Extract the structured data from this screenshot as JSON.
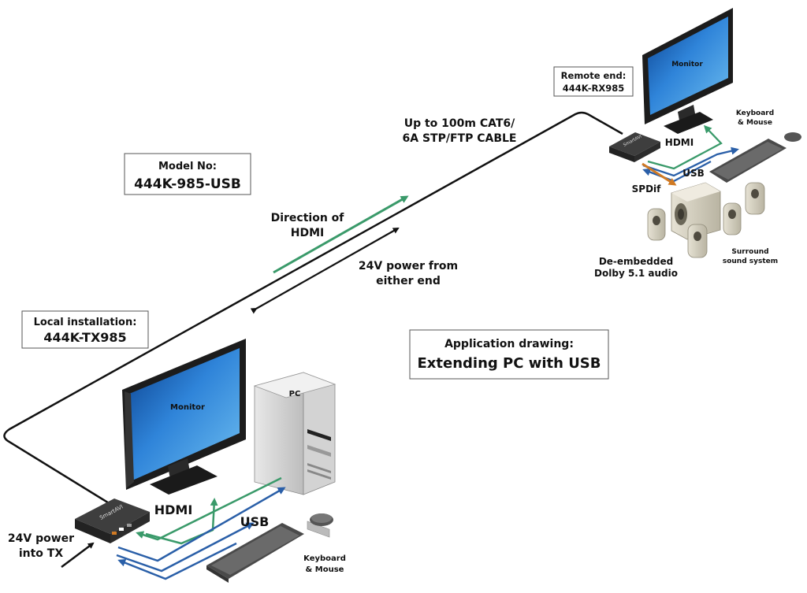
{
  "model_box": {
    "title": "Model No:",
    "value": "444K-985-USB"
  },
  "local_box": {
    "title": "Local installation:",
    "value": "444K-TX985"
  },
  "remote_box": {
    "title": "Remote end:",
    "value": "444K-RX985"
  },
  "app_box": {
    "title": "Application drawing:",
    "value": "Extending PC with USB"
  },
  "cable_label": {
    "line1": "Up to 100m CAT6/",
    "line2": "6A STP/FTP CABLE"
  },
  "direction_label": {
    "line1": "Direction of",
    "line2": "HDMI"
  },
  "power_label": {
    "line1": "24V power from",
    "line2": "either end"
  },
  "local": {
    "monitor": "Monitor",
    "pc": "PC",
    "hdmi": "HDMI",
    "usb": "USB",
    "power_line1": "24V power",
    "power_line2": "into TX",
    "kb_line1": "Keyboard",
    "kb_line2": "& Mouse",
    "device_brand": "SmartAVI"
  },
  "remote": {
    "monitor": "Monitor",
    "hdmi": "HDMI",
    "usb": "USB",
    "spdif": "SPDif",
    "kb_line1": "Keyboard",
    "kb_line2": "& Mouse",
    "audio_line1": "De-embedded",
    "audio_line2": "Dolby 5.1 audio",
    "surround_line1": "Surround",
    "surround_line2": "sound system",
    "device_brand": "SmartAVI"
  },
  "colors": {
    "hdmi": "#3a9a6a",
    "usb": "#2a5fa8",
    "spdif": "#d07a24",
    "cable": "#111111"
  }
}
